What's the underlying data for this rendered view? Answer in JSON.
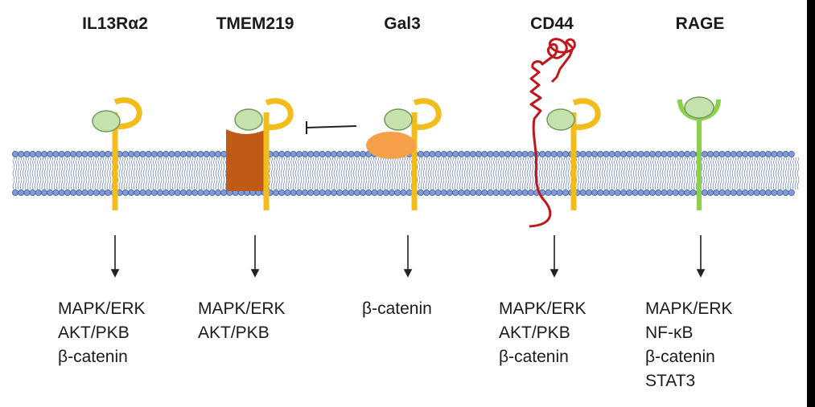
{
  "receptors": [
    {
      "name": "IL13Rα2",
      "pathways": [
        "MAPK/ERK",
        "AKT/PKB",
        "β-catenin"
      ]
    },
    {
      "name": "TMEM219",
      "pathways": [
        "MAPK/ERK",
        "AKT/PKB"
      ]
    },
    {
      "name": "Gal3",
      "pathways": [
        "β-catenin"
      ]
    },
    {
      "name": "CD44",
      "pathways": [
        "MAPK/ERK",
        "AKT/PKB",
        "β-catenin"
      ]
    },
    {
      "name": "RAGE",
      "pathways": [
        "MAPK/ERK",
        "NF-κB",
        "β-catenin",
        "STAT3"
      ]
    }
  ],
  "colors": {
    "receptor_yellow": "#f2bc1b",
    "rage_green": "#8bd14e",
    "ligand_fill": "#c5e2ad",
    "tmem_brown": "#c05a14",
    "gal3_orange": "#f7a04a",
    "cd44_red": "#c0161b",
    "membrane_blue": "#5b74b8"
  }
}
